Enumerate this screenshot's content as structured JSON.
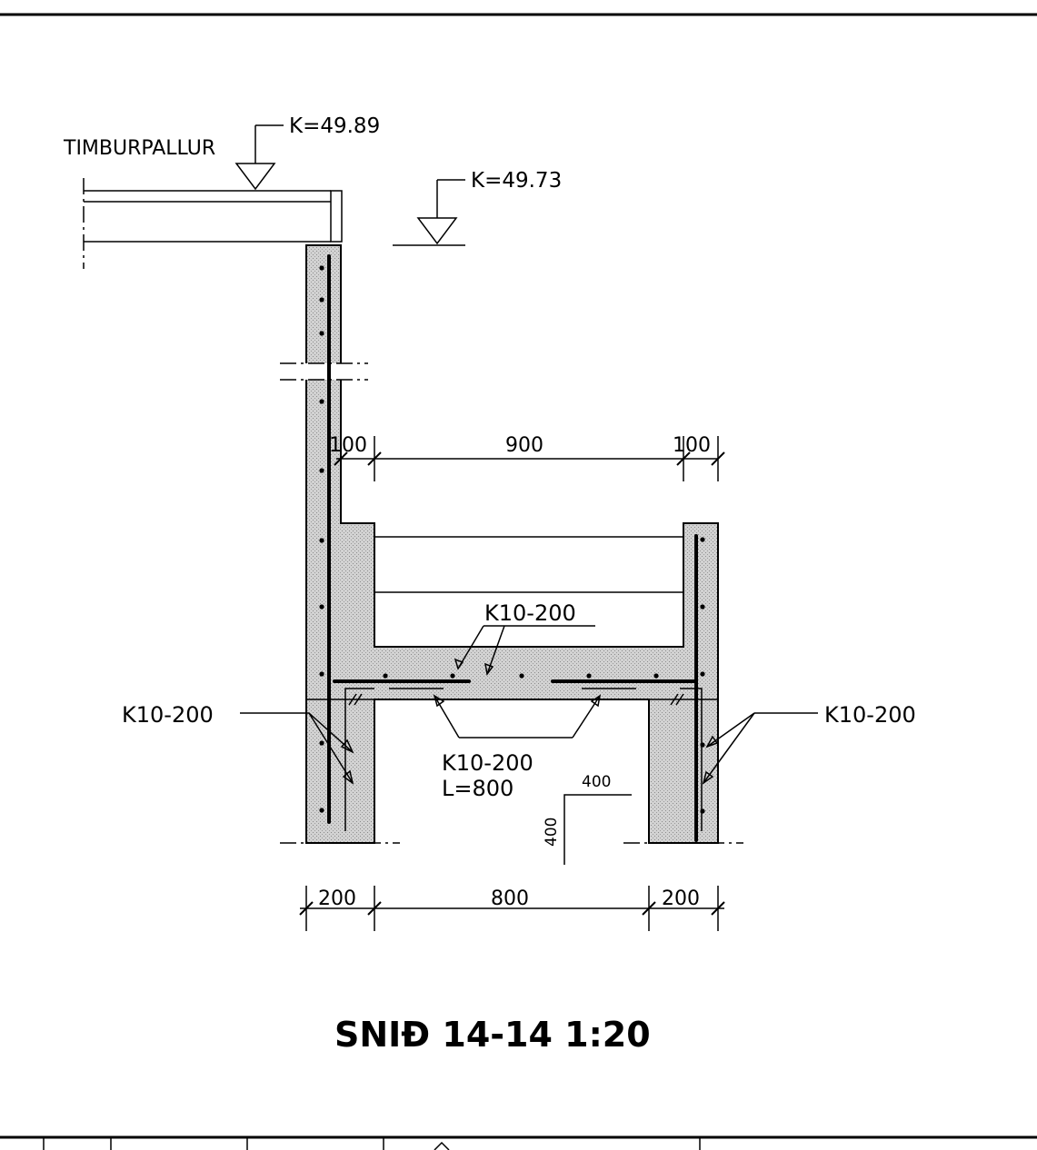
{
  "labels": {
    "timber_deck": "TIMBURPALLUR",
    "level_deck": "K=49.89",
    "level_ground": "K=49.73",
    "rebar_top": "K10-200",
    "rebar_left": "K10-200",
    "rebar_right": "K10-200",
    "rebar_corner": "K10-200",
    "rebar_corner_length": "L=800",
    "legend_h": "400",
    "legend_v": "400",
    "title": "SNIÐ 14-14 1:20"
  },
  "dimensions": {
    "top": [
      "100",
      "900",
      "100"
    ],
    "bottom": [
      "200",
      "800",
      "200"
    ]
  }
}
